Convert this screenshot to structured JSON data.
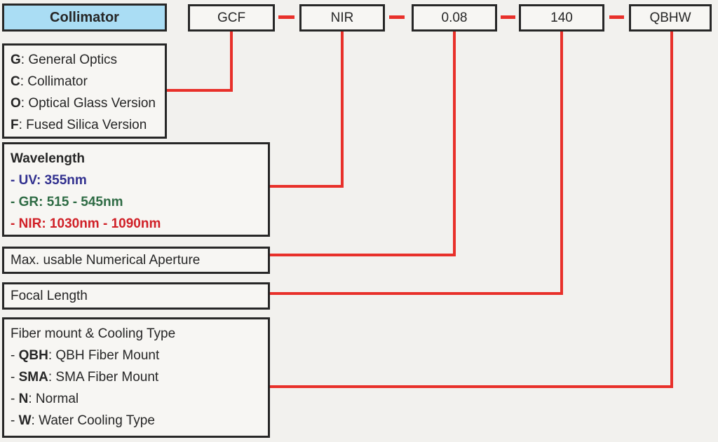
{
  "code_row": {
    "product_label": "Collimator",
    "segments": [
      "GCF",
      "NIR",
      "0.08",
      "140",
      "QBHW"
    ]
  },
  "legend": {
    "code_meaning": {
      "lines": [
        {
          "bold": "G",
          "rest": ": General Optics"
        },
        {
          "bold": "C",
          "rest": ": Collimator"
        },
        {
          "bold": "O",
          "rest": ": Optical Glass Version"
        },
        {
          "bold": "F",
          "rest": ": Fused Silica Version"
        }
      ]
    },
    "wavelength": {
      "title": "Wavelength",
      "options": [
        {
          "label": "- UV: 355nm",
          "color": "#31308f"
        },
        {
          "label": "- GR: 515 - 545nm",
          "color": "#2e6b44"
        },
        {
          "label": "- NIR: 1030nm - 1090nm",
          "color": "#d02027"
        }
      ]
    },
    "numerical_aperture": {
      "title": "Max. usable Numerical Aperture"
    },
    "focal_length": {
      "title": "Focal Length"
    },
    "fiber_mount": {
      "title": "Fiber mount & Cooling Type",
      "options": [
        {
          "pre": "- ",
          "bold": "QBH",
          "rest": ": QBH Fiber Mount"
        },
        {
          "pre": "- ",
          "bold": "SMA",
          "rest": ": SMA Fiber Mount"
        },
        {
          "pre": "- ",
          "bold": "N",
          "rest": ": Normal"
        },
        {
          "pre": "- ",
          "bold": "W",
          "rest": ": Water Cooling Type"
        }
      ]
    }
  },
  "colors": {
    "box_border": "#272727",
    "box_fill": "#f7f6f3",
    "header_fill": "#aaddf4",
    "connector_red": "#e8302a",
    "text": "#262626",
    "uv_blue": "#31308f",
    "gr_green": "#2e6b44",
    "nir_red": "#d02027"
  }
}
